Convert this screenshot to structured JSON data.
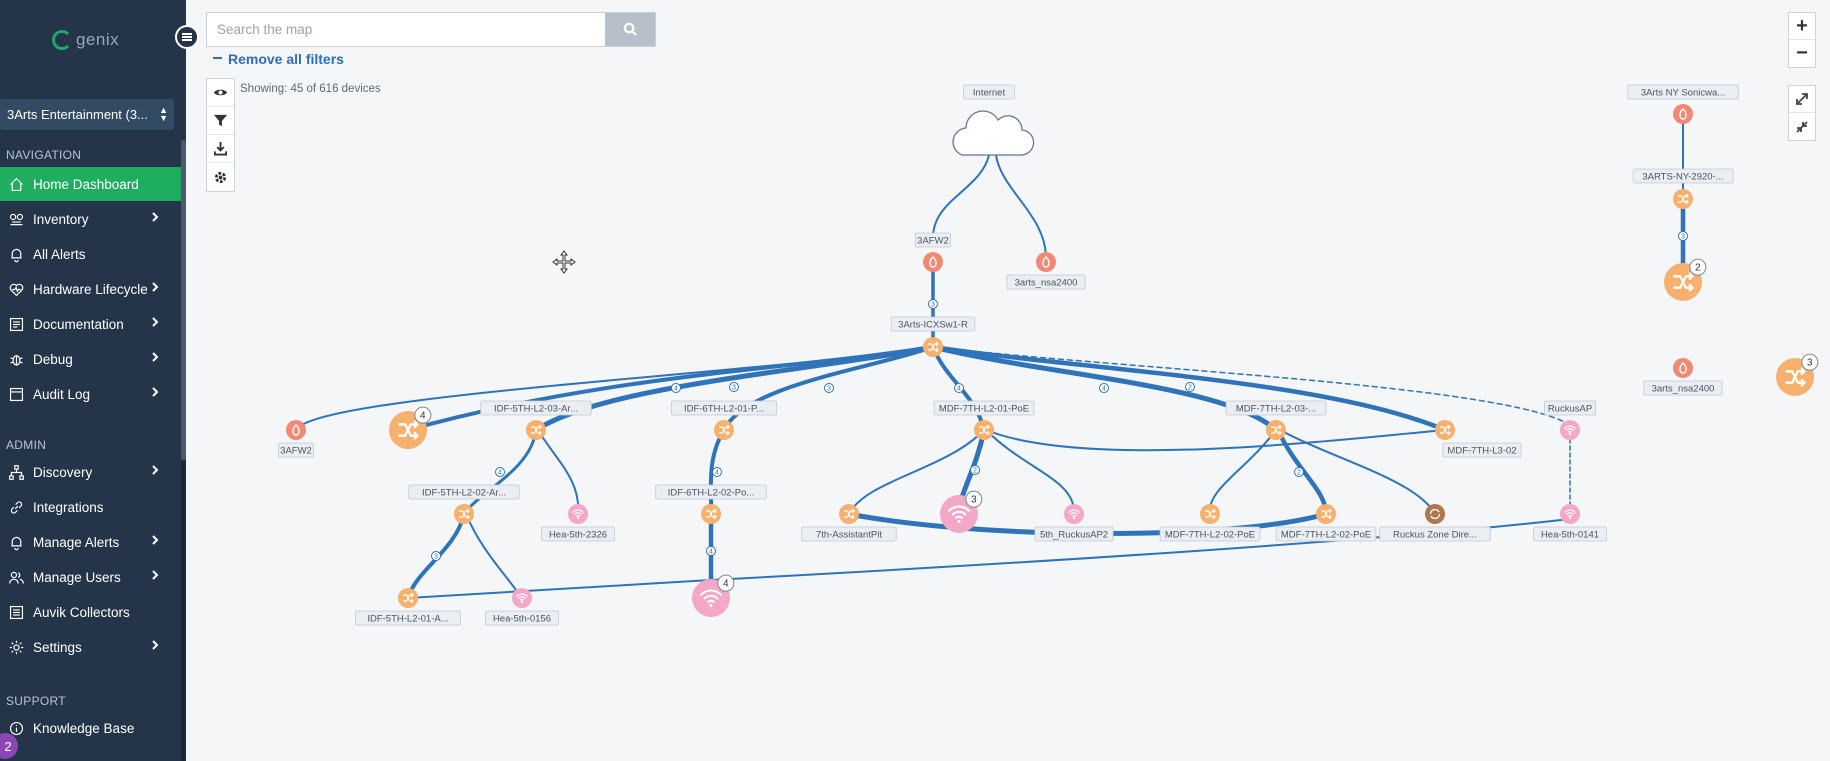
{
  "sidebar": {
    "logo_text": "genix",
    "account": "3Arts Entertainment (3...",
    "sections": {
      "navigation": "NAVIGATION",
      "admin": "ADMIN",
      "support": "SUPPORT"
    },
    "nav": [
      {
        "label": "Home Dashboard",
        "icon": "home-icon",
        "active": true,
        "chevron": false
      },
      {
        "label": "Inventory",
        "icon": "inventory-icon",
        "chevron": true
      },
      {
        "label": "All Alerts",
        "icon": "bell-icon",
        "chevron": false
      },
      {
        "label": "Hardware Lifecycle",
        "icon": "heart-pulse-icon",
        "chevron": true
      },
      {
        "label": "Documentation",
        "icon": "document-icon",
        "chevron": true
      },
      {
        "label": "Debug",
        "icon": "bug-icon",
        "chevron": true
      },
      {
        "label": "Audit Log",
        "icon": "log-icon",
        "chevron": true
      }
    ],
    "admin": [
      {
        "label": "Discovery",
        "icon": "sitemap-icon",
        "chevron": true
      },
      {
        "label": "Integrations",
        "icon": "link-icon",
        "chevron": false
      },
      {
        "label": "Manage Alerts",
        "icon": "bell-icon",
        "chevron": true
      },
      {
        "label": "Manage Users",
        "icon": "users-icon",
        "chevron": true
      },
      {
        "label": "Auvik Collectors",
        "icon": "collector-icon",
        "chevron": false
      },
      {
        "label": "Settings",
        "icon": "gear-icon",
        "chevron": true
      }
    ],
    "support": [
      {
        "label": "Knowledge Base",
        "icon": "info-icon",
        "chevron": false
      }
    ],
    "notification_count": "2"
  },
  "map": {
    "search_placeholder": "Search the map",
    "remove_filters": "Remove all filters",
    "showing": "Showing: 45 of 616 devices",
    "zoom_in": "+",
    "zoom_out": "−"
  },
  "topology": {
    "colors": {
      "link": "#2f73b9",
      "switch": "#f7b06d",
      "firewall": "#ef8a74",
      "wifi": "#f3a8c8",
      "controller": "#b0774d"
    },
    "labels": {
      "internet": "Internet",
      "afw2_top": "3AFW2",
      "nsa2400_top": "3arts_nsa2400",
      "core_switch": "3Arts-ICXSw1-R",
      "afw2_left": "3AFW2",
      "idf5_l2_03": "IDF-5TH-L2-03-Ar...",
      "idf6_l2_01": "IDF-6TH-L2-01-P...",
      "mdf7_l2_01": "MDF-7TH-L2-01-PoE",
      "mdf7_l2_03": "MDF-7TH-L2-03-...",
      "ruckus_ap": "RuckusAP",
      "mdf7_l3_02": "MDF-7TH-L3-02",
      "idf5_l2_02": "IDF-5TH-L2-02-Ar...",
      "hea_2326": "Hea-5th-2326",
      "idf6_l2_02": "IDF-6TH-L2-02-Po...",
      "ap_7th": "7th-AssistantPit",
      "ap_5th_ruckus": "5th_RuckusAP2",
      "mdf7_l2_02_poe_a": "MDF-7TH-L2-02-PoE",
      "mdf7_l2_02_poe_b": "MDF-7TH-L2-02-PoE",
      "ruckus_zone": "Ruckus Zone Dire...",
      "hea_0141": "Hea-5th-0141",
      "idf5_l2_01": "IDF-5TH-L2-01-A...",
      "hea_0156": "Hea-5th-0156",
      "ny_sonicwall": "3Arts NY Sonicwa...",
      "ny_2920": "3ARTS-NY-2920-...",
      "nsa2400_right": "3arts_nsa2400"
    },
    "badges": {
      "cluster_left": "4",
      "wifi_center": "3",
      "wifi_bottom": "4",
      "ny_switch": "2",
      "edge_switch": "3"
    },
    "link_counts": {
      "c1": "3",
      "c2": "4",
      "c3": "3",
      "c4": "3",
      "c5": "4",
      "c6": "4",
      "c7": "2",
      "c8": "4",
      "c9": "4",
      "c10": "3",
      "c11": "4",
      "c12": "2",
      "c13": "2",
      "c14": "3"
    }
  }
}
